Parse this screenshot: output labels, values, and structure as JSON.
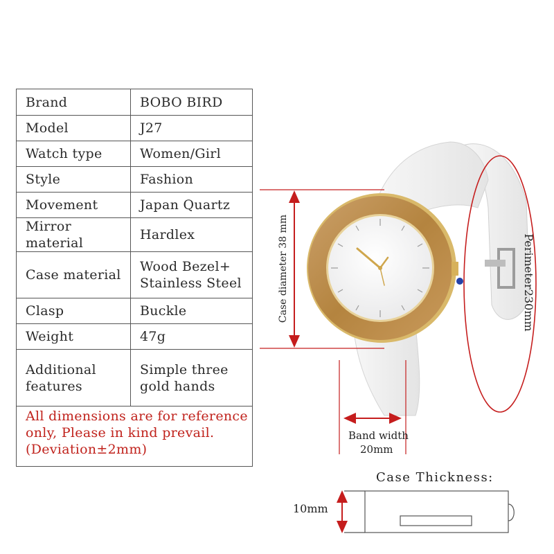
{
  "specs": [
    {
      "label": "Brand",
      "value": "BOBO BIRD"
    },
    {
      "label": "Model",
      "value": "J27"
    },
    {
      "label": "Watch type",
      "value": "Women/Girl"
    },
    {
      "label": "Style",
      "value": "Fashion"
    },
    {
      "label": "Movement",
      "value": "Japan Quartz"
    },
    {
      "label": "Mirror material",
      "value": "Hardlex"
    },
    {
      "label": "Case material",
      "value_lines": [
        "Wood Bezel+",
        "Stainless Steel"
      ]
    },
    {
      "label": "Clasp",
      "value": "Buckle"
    },
    {
      "label": "Weight",
      "value": "47g"
    },
    {
      "label_lines": [
        "Additional",
        "features"
      ],
      "value_lines": [
        "Simple three",
        "gold hands"
      ]
    }
  ],
  "note": {
    "lines": [
      "All dimensions are for reference",
      "only, Please in kind prevail.",
      "(Deviation±2mm)"
    ],
    "color": "#c0221c"
  },
  "dimensions": {
    "case_diameter": "Case diameter 38 mm",
    "perimeter": "Perimeter230mm",
    "band_width_label": "Band width",
    "band_width_value": "20mm",
    "case_thickness_title": "Case Thickness:",
    "case_thickness_value": "10mm"
  },
  "colors": {
    "arrow_red": "#c51d1d",
    "bezel_wood": "#b98a4a",
    "gold": "#d7b15a"
  }
}
